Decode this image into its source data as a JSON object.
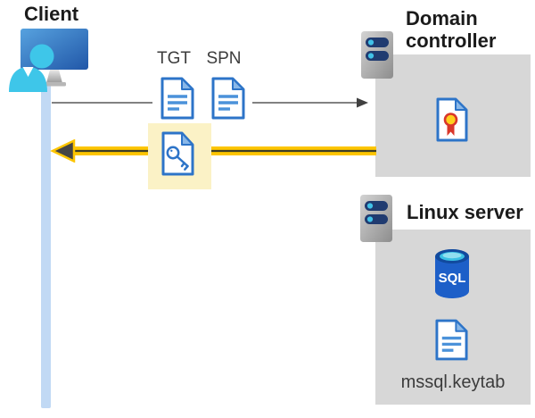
{
  "client": {
    "label": "Client",
    "icon": "user-workstation-icon"
  },
  "auth_flow": {
    "request": {
      "tickets": [
        {
          "label": "TGT",
          "icon": "document-icon"
        },
        {
          "label": "SPN",
          "icon": "document-icon"
        }
      ],
      "arrow": "thin-gray-arrow-right"
    },
    "response": {
      "icon": "key-document-icon",
      "arrow": "thick-yellow-arrow-left",
      "highlighted": true
    }
  },
  "domain_controller": {
    "label": "Domain controller",
    "server_icon": "server-icon",
    "content_icon": "certificate-icon"
  },
  "linux_server": {
    "label": "Linux server",
    "server_icon": "server-icon",
    "database_icon": "sql-database-icon",
    "database_badge": "SQL",
    "file_icon": "document-icon",
    "file_name": "mssql.keytab"
  },
  "colors": {
    "document_blue": "#2d74c8",
    "document_line_blue": "#4b92da",
    "fold_blue": "#8ab8e8",
    "panel_gray": "#d7d7d7",
    "highlight_yellow": "#fbf2c6",
    "arrow_yellow": "#fdc500",
    "arrow_gray": "#595959",
    "timeline_blue": "#c1d9f4",
    "person_cyan": "#3ec6e9",
    "monitor_blue": "#2f6cb4",
    "server_bar_navy": "#203b70",
    "sql_body_blue": "#1d5fc8",
    "certificate_red": "#d9372a",
    "certificate_yellow": "#ffd01e"
  }
}
